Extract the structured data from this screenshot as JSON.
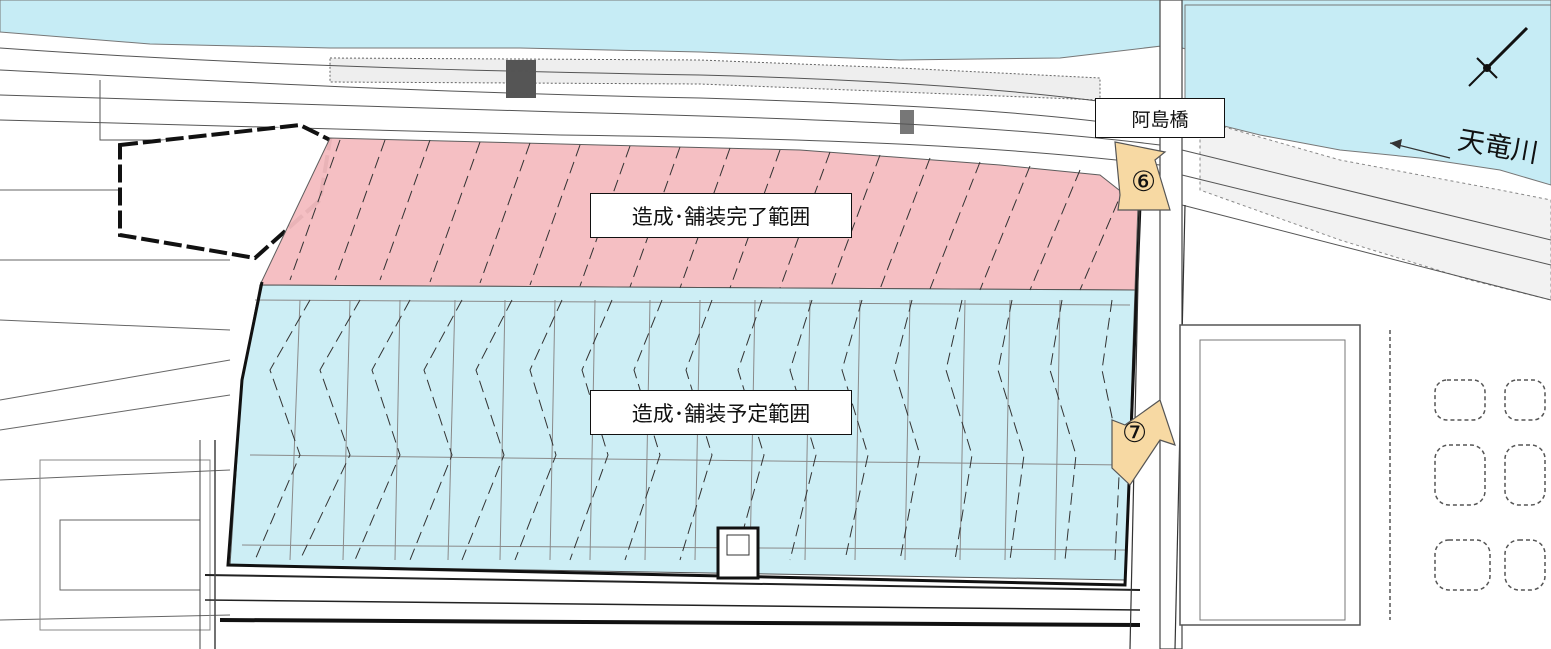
{
  "map": {
    "labels": {
      "completed_area": "造成･舗装完了範囲",
      "planned_area": "造成･舗装予定範囲",
      "bridge": "阿島橋",
      "river": "天竜川"
    },
    "viewpoints": [
      {
        "id": "6",
        "mark": "⑥"
      },
      {
        "id": "7",
        "mark": "⑦"
      }
    ],
    "colors": {
      "river": "#c6ecf5",
      "completed_area": "#f5bcc0",
      "planned_area": "#cdeef5",
      "viewpoint_arrow": "#f7d9a3",
      "linework": "#555555"
    },
    "icons": [
      "north-arrow-icon",
      "river-flow-arrow-icon",
      "viewpoint-arrow-icon"
    ]
  }
}
